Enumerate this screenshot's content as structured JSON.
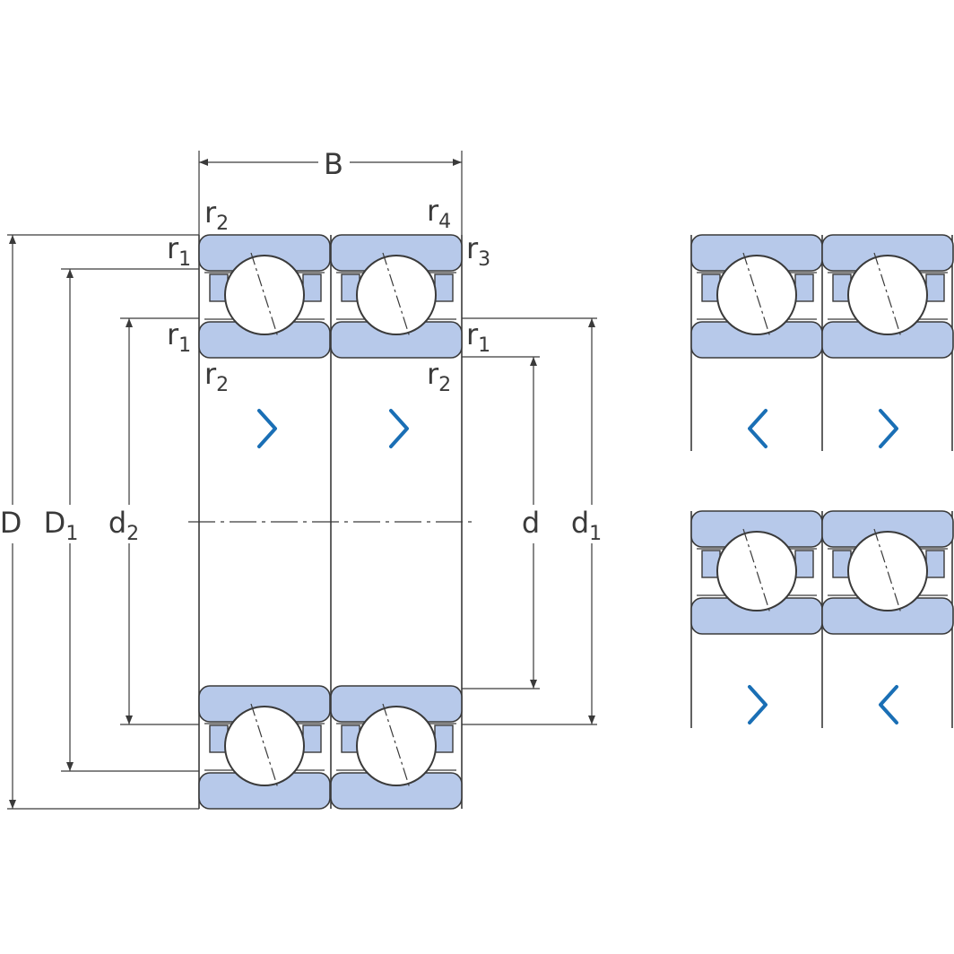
{
  "dimensions": {
    "B": {
      "main": "B",
      "sub": ""
    },
    "D": {
      "main": "D",
      "sub": ""
    },
    "D1": {
      "main": "D",
      "sub": "1"
    },
    "d2": {
      "main": "d",
      "sub": "2"
    },
    "d": {
      "main": "d",
      "sub": ""
    },
    "d1": {
      "main": "d",
      "sub": "1"
    }
  },
  "radii": {
    "r2_top_left": {
      "main": "r",
      "sub": "2"
    },
    "r4_top_right": {
      "main": "r",
      "sub": "4"
    },
    "r1_outer_left": {
      "main": "r",
      "sub": "1"
    },
    "r3_outer_right": {
      "main": "r",
      "sub": "3"
    },
    "r1_inner_left": {
      "main": "r",
      "sub": "1"
    },
    "r1_inner_right": {
      "main": "r",
      "sub": "1"
    },
    "r2_bottom_left": {
      "main": "r",
      "sub": "2"
    },
    "r2_bottom_right": {
      "main": "r",
      "sub": "2"
    }
  },
  "colors": {
    "ring_fill": "#b7c9ea",
    "outline": "#3a3a3a",
    "arrow": "#1a6fb5"
  },
  "arrangement_icons": {
    "main_left": "chevron-right-icon",
    "main_right": "chevron-right-icon",
    "back_to_back_left": "chevron-left-icon",
    "back_to_back_right": "chevron-right-icon",
    "face_to_face_left": "chevron-right-icon",
    "face_to_face_right": "chevron-left-icon"
  }
}
